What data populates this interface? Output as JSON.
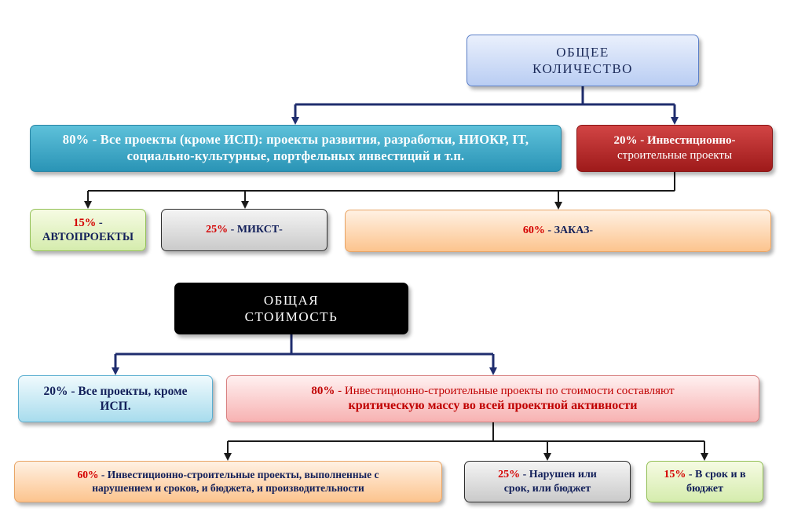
{
  "colors": {
    "connector_blue": "#1f2d6e",
    "connector_black": "#1a1a1a",
    "accent_red": "#d40000"
  },
  "quantity": {
    "title_line1": "ОБЩЕЕ",
    "title_line2": "КОЛИЧЕСТВО",
    "all_projects": {
      "pct": "80%",
      "line1": " - Все проекты (кроме ИСП): проекты развития, разработки, НИОКР, IT,",
      "line2": "социально-культурные, портфельных инвестиций и т.п."
    },
    "invest_construction": {
      "pct": "20%",
      "line1": " - Инвестиционно-",
      "line2": "строительные проекты"
    },
    "auto_projects": {
      "pct": "15%",
      "dash": " -",
      "label": "АВТОПРОЕКТЫ"
    },
    "mixed": {
      "pct": "25%",
      "label": " - МИКСТ-"
    },
    "order": {
      "pct": "60%",
      "label": " - ЗАКАЗ-"
    }
  },
  "cost": {
    "title_line1": "ОБЩАЯ",
    "title_line2": "СТОИМОСТЬ",
    "all_except": {
      "line1": "20% - Все проекты, кроме",
      "line2": "ИСП."
    },
    "invest_construction": {
      "pct": "80%",
      "line1": " - Инвестиционно-строительные проекты по стоимости составляют",
      "line2": "критическую массу во всей проектной активности"
    },
    "violated_all": {
      "pct": "60%",
      "line1": " - Инвестиционно-строительные проекты, выполненные с",
      "line2": "нарушением и сроков, и бюджета, и производительности"
    },
    "violated_one": {
      "pct": "25%",
      "line1": " - Нарушен или",
      "line2": "срок, или бюджет"
    },
    "on_time": {
      "pct": "15%",
      "line1": " - В срок и в",
      "line2": "бюджет"
    }
  }
}
